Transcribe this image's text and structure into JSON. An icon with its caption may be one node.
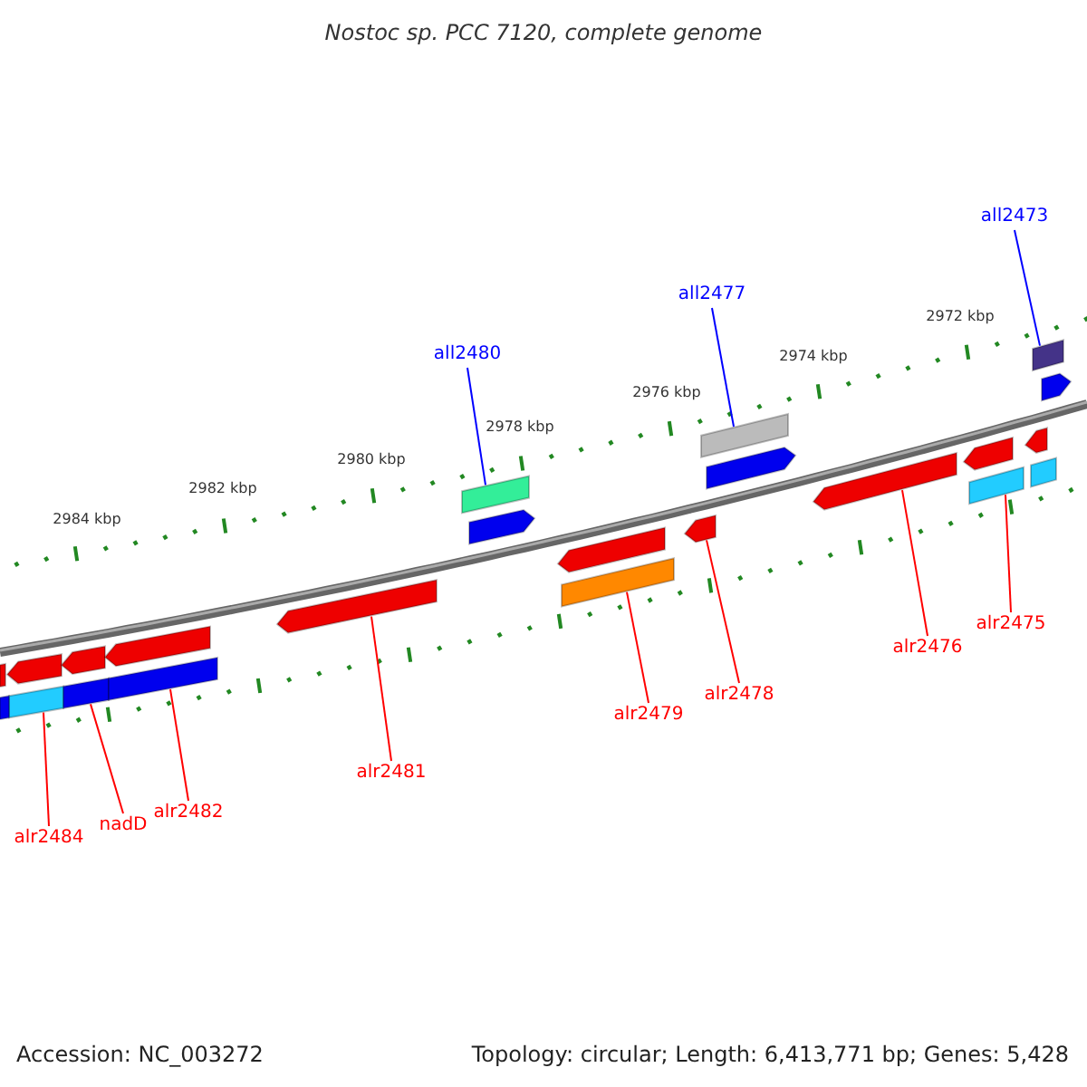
{
  "diagram": {
    "title": "Nostoc sp. PCC 7120, complete genome",
    "nodes": [
      {
        "text": [
          "all2473"
        ]
      },
      {
        "text": [
          "all2477"
        ]
      },
      {
        "text": [
          "all2480"
        ]
      },
      {
        "text": [
          "alr2484"
        ]
      },
      {
        "text": [
          "nadD"
        ]
      },
      {
        "text": [
          "alr2482"
        ]
      },
      {
        "text": [
          "alr2481"
        ]
      },
      {
        "text": [
          "alr2479"
        ]
      },
      {
        "text": [
          "alr2478"
        ]
      },
      {
        "text": [
          "alr2476"
        ]
      },
      {
        "text": [
          "alr2475"
        ]
      },
      {
        "text": [],
        "shape": "bar"
      },
      {
        "text": [],
        "shape": "bar"
      },
      {
        "text": [],
        "shape": "bar"
      },
      {
        "text": [],
        "shape": "bar"
      },
      {
        "text": [],
        "shape": "bar"
      },
      {
        "text": [],
        "shape": "bar"
      },
      {
        "text": [],
        "shape": "arrow"
      },
      {
        "text": [],
        "shape": "bar"
      },
      {
        "text": [],
        "shape": "arrow"
      },
      {
        "text": [],
        "shape": "arrow"
      },
      {
        "text": [],
        "shape": "bar"
      },
      {
        "text": [],
        "shape": "arrow"
      },
      {
        "text": [],
        "shape": "arrow"
      },
      {
        "text": [],
        "shape": "arrow"
      },
      {
        "text": [],
        "shape": "bar"
      },
      {
        "text": [],
        "shape": "arrow"
      },
      {
        "text": [],
        "shape": "arrow"
      },
      {
        "text": [],
        "shape": "arrow"
      },
      {
        "text": [],
        "shape": "arrow"
      },
      {
        "text": [],
        "shape": "arrow"
      },
      {
        "text": [],
        "shape": "arrow"
      },
      {
        "text": [],
        "shape": "bar"
      },
      {
        "text": [],
        "shape": "bar"
      }
    ],
    "edges": [
      {
        "from": 0,
        "to": 11,
        "arrow": "none",
        "color": "#0000ff"
      },
      {
        "from": 1,
        "to": 12,
        "arrow": "none",
        "color": "#0000ff"
      },
      {
        "from": 2,
        "to": 13,
        "arrow": "none",
        "color": "#0000ff"
      },
      {
        "from": 3,
        "to": 14,
        "arrow": "none"
      },
      {
        "from": 4,
        "to": 15,
        "arrow": "none"
      },
      {
        "from": 5,
        "to": 16,
        "arrow": "none"
      },
      {
        "from": 6,
        "to": 17,
        "arrow": "none"
      },
      {
        "from": 7,
        "to": 18,
        "arrow": "none"
      },
      {
        "from": 8,
        "to": 19,
        "arrow": "none"
      },
      {
        "from": 9,
        "to": 20,
        "arrow": "none"
      },
      {
        "from": 10,
        "to": 21,
        "arrow": "none"
      }
    ],
    "labels": [
      "2972 kbp",
      "2974 kbp",
      "2976 kbp",
      "2978 kbp",
      "2980 kbp",
      "2982 kbp",
      "2984 kbp",
      "Accession: NC_003272",
      "Topology: circular; Length: 6,413,771 bp; Genes: 5,428"
    ]
  }
}
